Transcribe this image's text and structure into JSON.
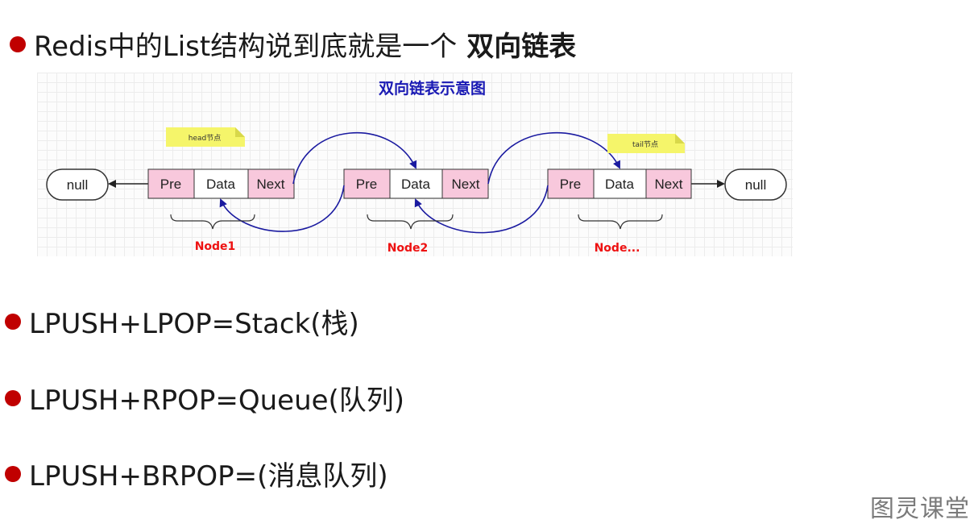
{
  "title": {
    "text": "Redis中的List结构说到底就是一个",
    "bold": "双向链表"
  },
  "diagram": {
    "title": "双向链表示意图",
    "null_left": "null",
    "null_right": "null",
    "head_note": "head节点",
    "tail_note": "tail节点",
    "cells": {
      "pre": "Pre",
      "data": "Data",
      "next": "Next"
    },
    "nodes": [
      "Node1",
      "Node2",
      "Node..."
    ]
  },
  "items": [
    {
      "text": "LPUSH+LPOP=Stack(栈)"
    },
    {
      "text": "LPUSH+RPOP=Queue(队列)"
    },
    {
      "text": "LPUSH+BRPOP=(消息队列)"
    }
  ],
  "watermark": "图灵课堂",
  "colors": {
    "bullet": "#c00000",
    "pre_next_fill": "#f8c8dc",
    "arrow": "#1a1aa0",
    "node_label": "#ee1111",
    "note": "#f5f56a"
  }
}
